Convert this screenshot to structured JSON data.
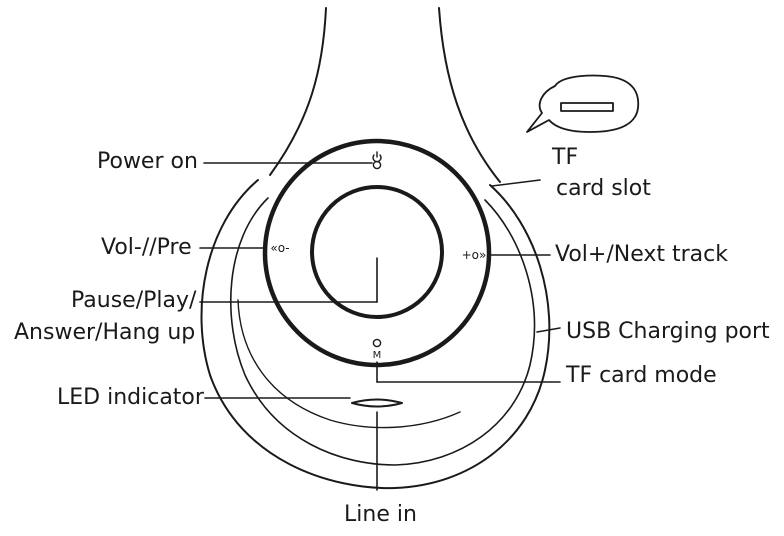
{
  "labels": {
    "power_on": "Power on",
    "vol_pre": "Vol-//Pre",
    "pause_play_1": "Pause/Play/",
    "pause_play_2": "Answer/Hang up",
    "led": "LED indicator",
    "tf_1": "TF",
    "tf_2": "card slot",
    "vol_next": "Vol+/Next track",
    "usb": "USB Charging port",
    "tf_mode": "TF card mode",
    "line_in": "Line in"
  },
  "button_glyphs": {
    "power_icon": "power-icon",
    "mode_letter": "M",
    "vol_down_symbol": "«o-",
    "vol_up_symbol": "+o»"
  },
  "colors": {
    "line": "#1a1a1a",
    "text": "#1a1a1a",
    "background": "#ffffff"
  }
}
